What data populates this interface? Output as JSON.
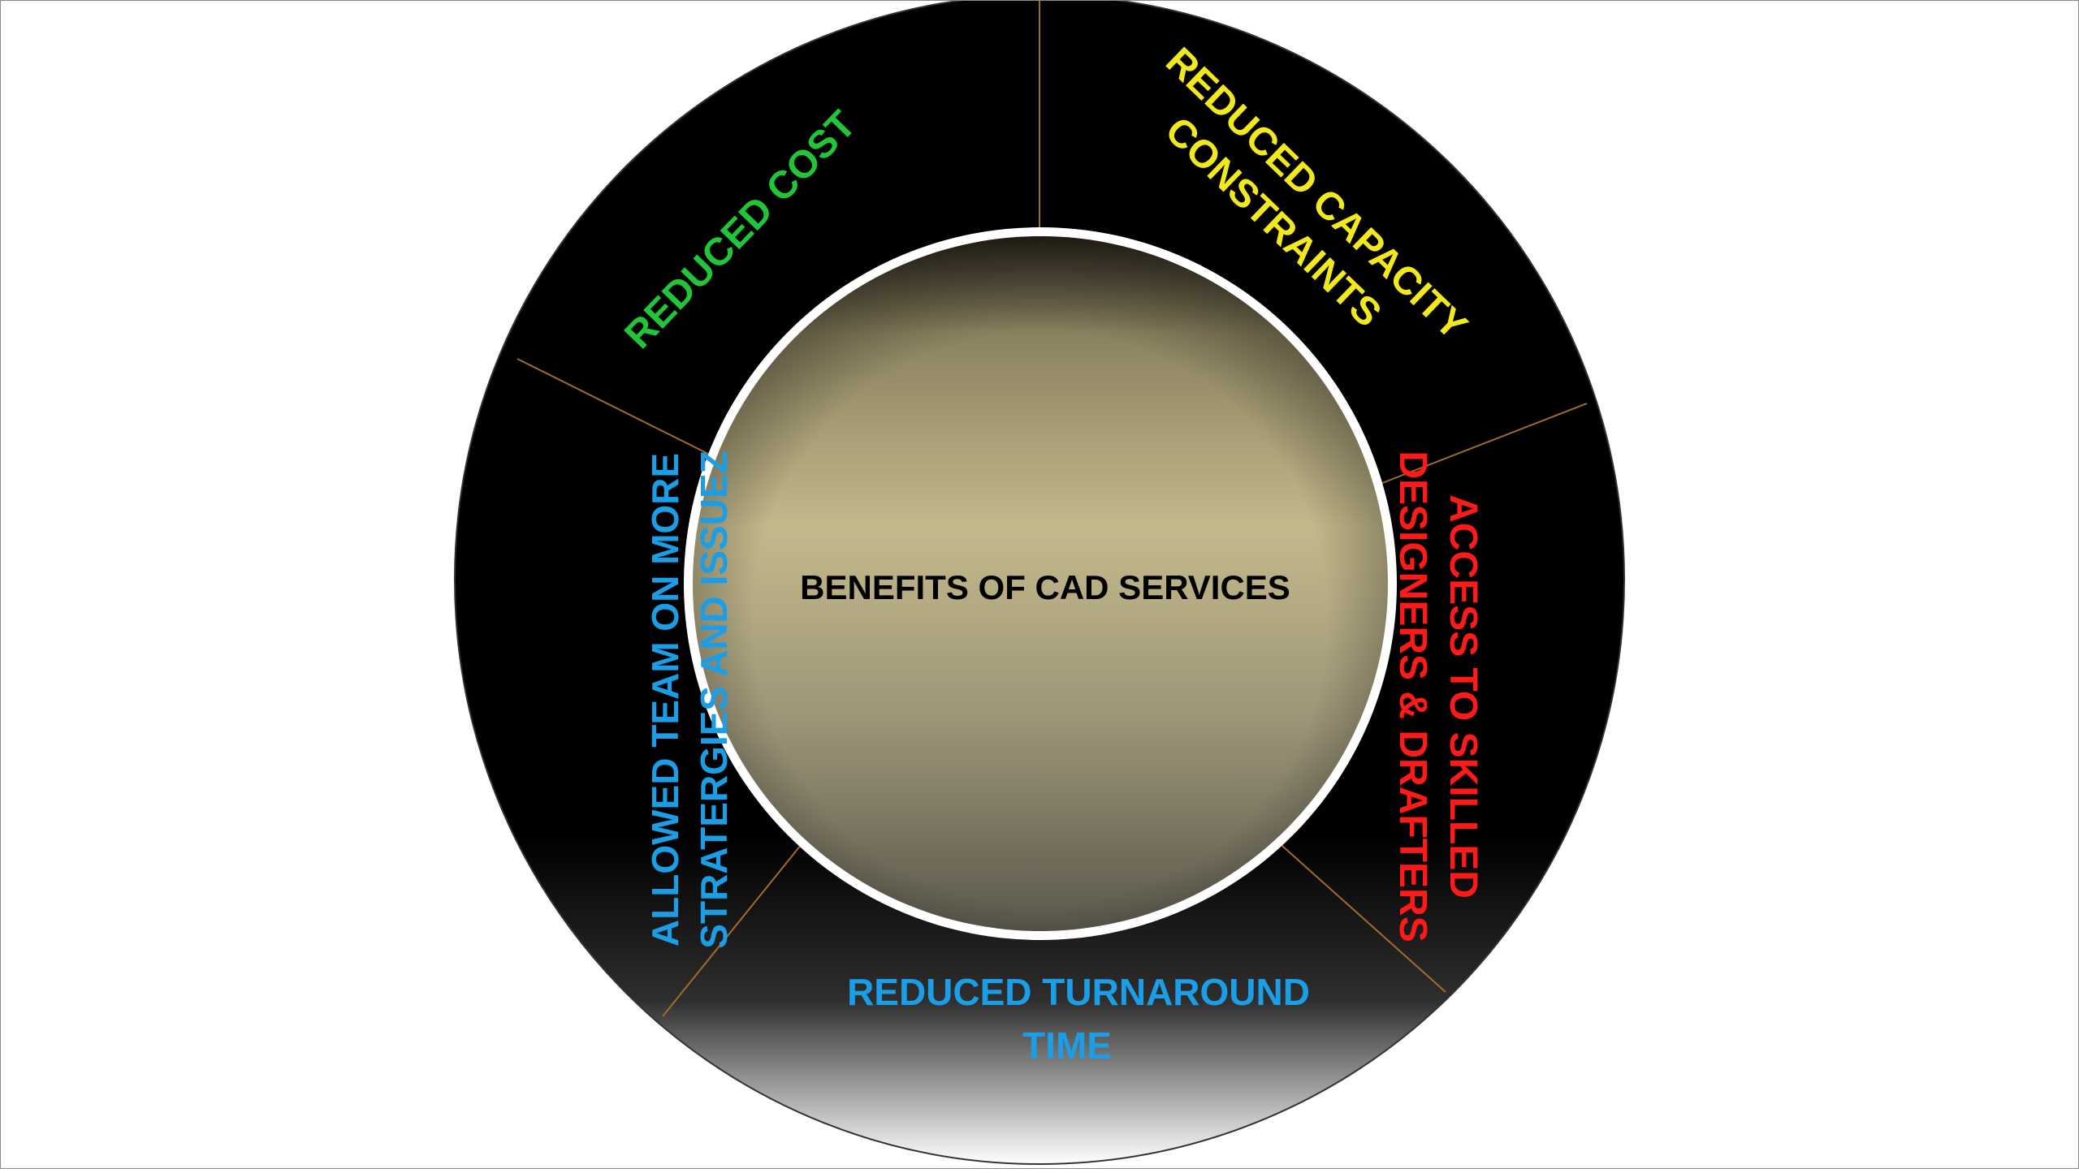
{
  "center": {
    "title": "BENEFITS OF CAD SERVICES"
  },
  "segments": [
    {
      "id": "reduced-cost",
      "lines": [
        "REDUCED COST"
      ],
      "color": "#22c43a"
    },
    {
      "id": "reduced-capacity",
      "lines": [
        "REDUCED CAPACITY",
        "CONSTRAINTS"
      ],
      "color": "#f2e81e"
    },
    {
      "id": "access-skilled",
      "lines": [
        "ACCESS TO SKILLED",
        "DESIGNERS & DRAFTERS"
      ],
      "color": "#ff1a1a"
    },
    {
      "id": "reduced-turnaround",
      "lines": [
        "REDUCED TURNAROUND",
        "TIME"
      ],
      "color": "#1c9ee6"
    },
    {
      "id": "allowed-team",
      "lines": [
        "ALLOWED TEAM ON MORE",
        "STRATERGIES AND ISSUEZ"
      ],
      "color": "#1c9ee6"
    }
  ],
  "colors": {
    "ring": "#000000",
    "divider": "#a36b2a",
    "center_top": "#3b3427",
    "center_mid": "#c5b98a",
    "center_bottom": "#5e5a4b"
  }
}
